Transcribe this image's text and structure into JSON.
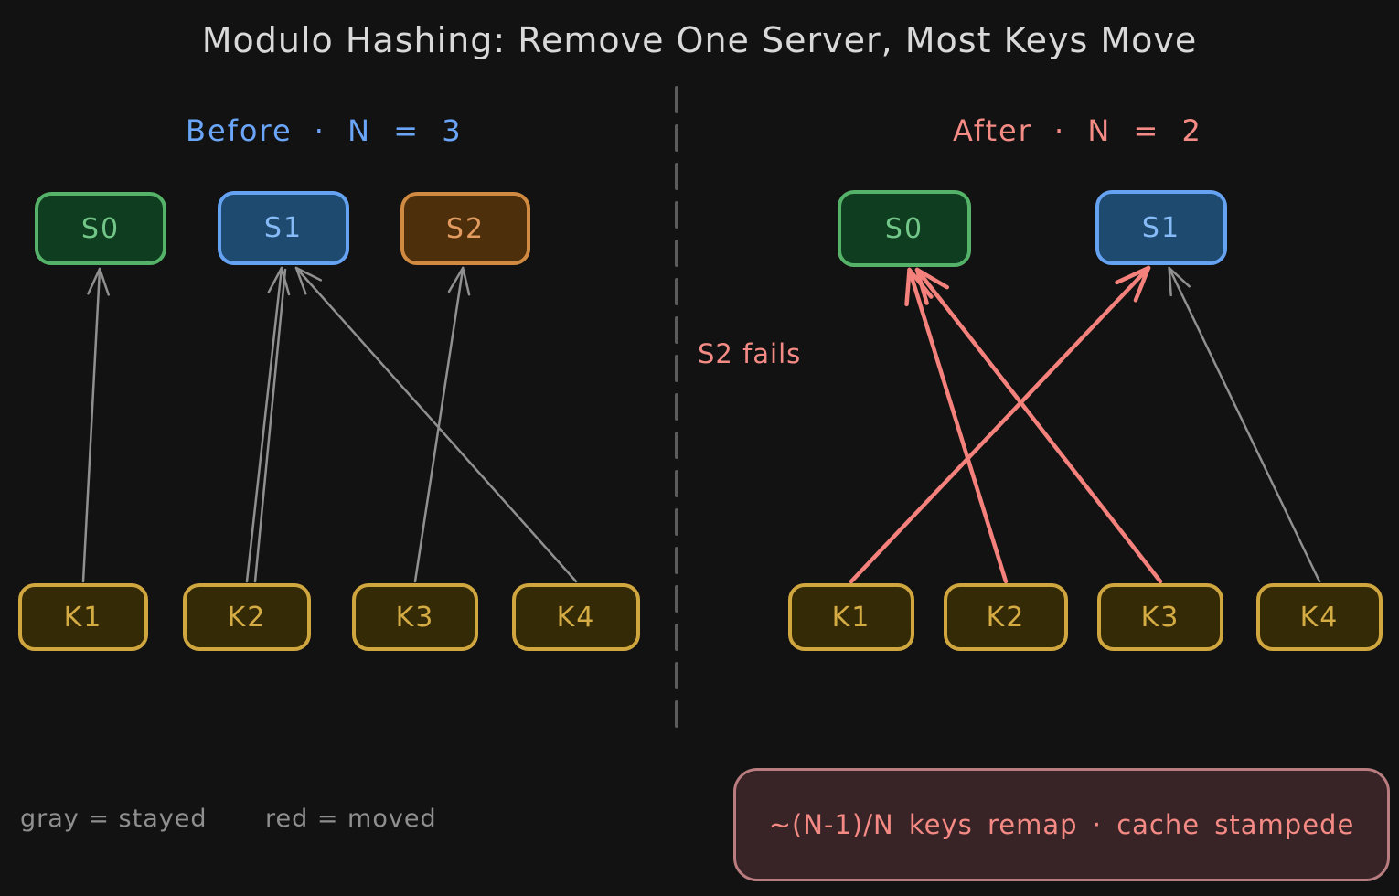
{
  "title": "Modulo Hashing: Remove One Server, Most Keys Move",
  "before": {
    "label": "Before · N = 3",
    "servers": [
      {
        "id": "S0",
        "label": "S0",
        "color": "green"
      },
      {
        "id": "S1",
        "label": "S1",
        "color": "blue"
      },
      {
        "id": "S2",
        "label": "S2",
        "color": "orange"
      }
    ],
    "keys": [
      {
        "id": "K1",
        "label": "K1"
      },
      {
        "id": "K2",
        "label": "K2"
      },
      {
        "id": "K3",
        "label": "K3"
      },
      {
        "id": "K4",
        "label": "K4"
      }
    ],
    "edges": [
      {
        "from": "K1",
        "to": "S0",
        "status": "stayed"
      },
      {
        "from": "K2",
        "to": "S1",
        "status": "stayed",
        "strokes": 2
      },
      {
        "from": "K3",
        "to": "S2",
        "status": "stayed"
      },
      {
        "from": "K4",
        "to": "S1",
        "status": "stayed"
      }
    ]
  },
  "after": {
    "label": "After · N = 2",
    "note": "S2 fails",
    "servers": [
      {
        "id": "S0",
        "label": "S0",
        "color": "green"
      },
      {
        "id": "S1",
        "label": "S1",
        "color": "blue"
      }
    ],
    "keys": [
      {
        "id": "K1",
        "label": "K1"
      },
      {
        "id": "K2",
        "label": "K2"
      },
      {
        "id": "K3",
        "label": "K3"
      },
      {
        "id": "K4",
        "label": "K4"
      }
    ],
    "edges": [
      {
        "from": "K1",
        "to": "S1",
        "status": "moved"
      },
      {
        "from": "K2",
        "to": "S0",
        "status": "moved"
      },
      {
        "from": "K3",
        "to": "S0",
        "status": "moved"
      },
      {
        "from": "K4",
        "to": "S1",
        "status": "stayed"
      }
    ]
  },
  "legend": {
    "stayed": "gray = stayed",
    "moved": "red = moved"
  },
  "callout": "~(N-1)/N keys remap · cache stampede",
  "colors": {
    "background": "#121212",
    "title": "#d9d9d9",
    "before_label": "#6aa5f8",
    "after_label": "#f48b85",
    "stayed_arrow": "#909090",
    "moved_arrow": "#f4817b",
    "server_green_stroke": "#55b269",
    "server_green_fill": "#0f3d1f",
    "server_blue_stroke": "#65a2f1",
    "server_blue_fill": "#1d4a6e",
    "server_orange_stroke": "#d08a41",
    "server_orange_fill": "#4e2f0c",
    "key_stroke": "#d0a63f",
    "key_fill": "#352a06",
    "callout_border": "#b97d80",
    "callout_fill": "#382327",
    "divider": "#5c5c5c"
  }
}
